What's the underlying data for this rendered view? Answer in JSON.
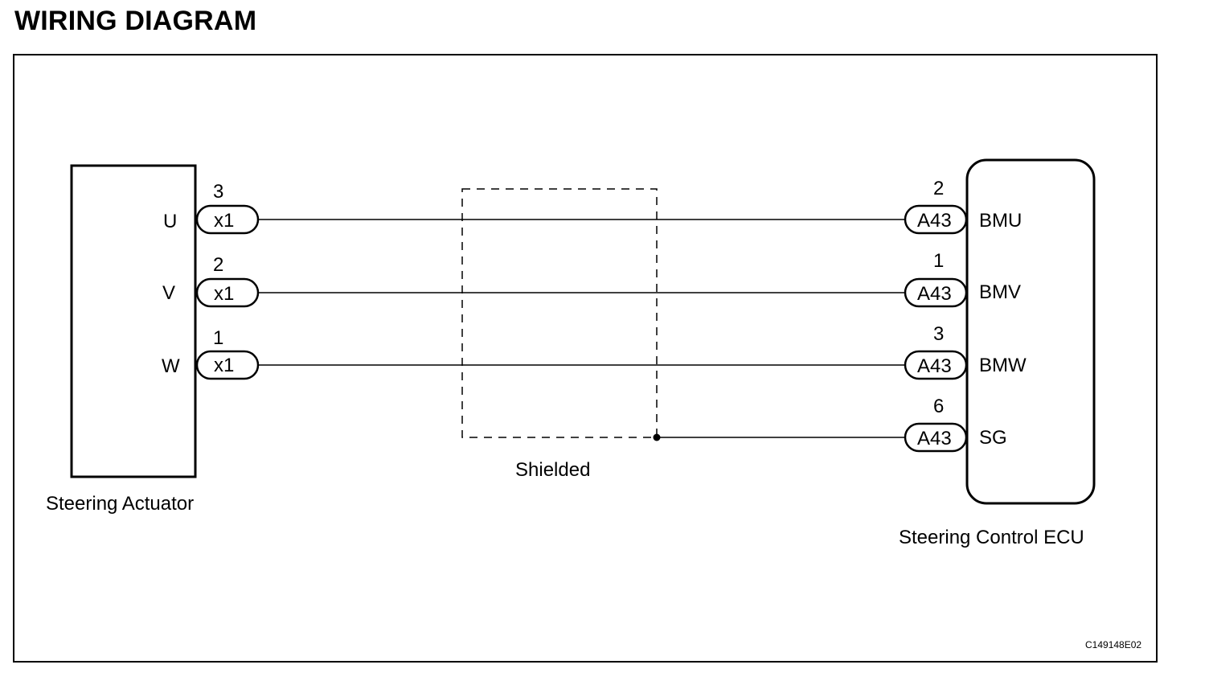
{
  "heading": "WIRING DIAGRAM",
  "shield_label": "Shielded",
  "figure_code": "C149148E02",
  "colors": {
    "line": "#000000",
    "background": "#ffffff"
  },
  "left_component": {
    "name": "Steering Actuator",
    "connector": "x1",
    "pins": [
      {
        "terminal": "U",
        "pin": "3"
      },
      {
        "terminal": "V",
        "pin": "2"
      },
      {
        "terminal": "W",
        "pin": "1"
      }
    ]
  },
  "right_component": {
    "name": "Steering Control ECU",
    "connector": "A43",
    "pins": [
      {
        "terminal": "BMU",
        "pin": "2"
      },
      {
        "terminal": "BMV",
        "pin": "1"
      },
      {
        "terminal": "BMW",
        "pin": "3"
      },
      {
        "terminal": "SG",
        "pin": "6"
      }
    ]
  }
}
